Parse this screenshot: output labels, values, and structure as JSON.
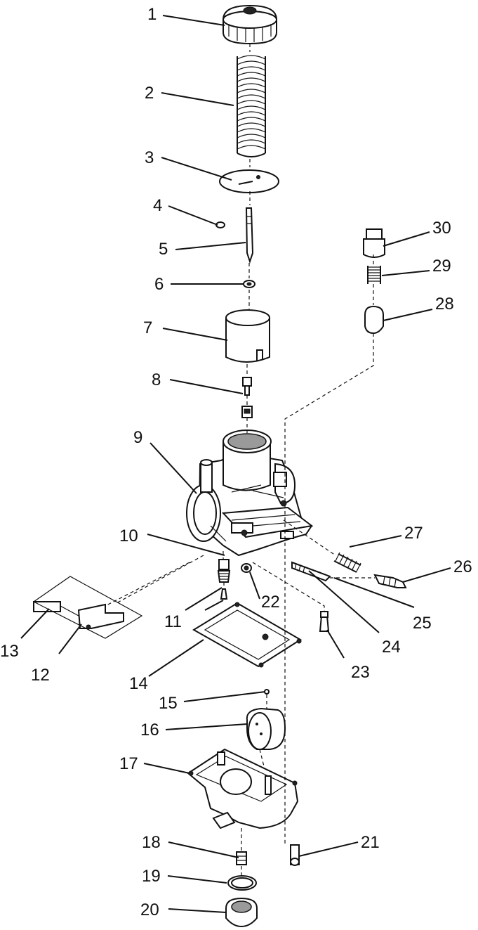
{
  "diagram": {
    "callouts": [
      {
        "id": "1"
      },
      {
        "id": "2"
      },
      {
        "id": "3"
      },
      {
        "id": "4"
      },
      {
        "id": "5"
      },
      {
        "id": "6"
      },
      {
        "id": "7"
      },
      {
        "id": "8"
      },
      {
        "id": "9"
      },
      {
        "id": "10"
      },
      {
        "id": "11"
      },
      {
        "id": "12"
      },
      {
        "id": "13"
      },
      {
        "id": "14"
      },
      {
        "id": "15"
      },
      {
        "id": "16"
      },
      {
        "id": "17"
      },
      {
        "id": "18"
      },
      {
        "id": "19"
      },
      {
        "id": "20"
      },
      {
        "id": "21"
      },
      {
        "id": "22"
      },
      {
        "id": "23"
      },
      {
        "id": "24"
      },
      {
        "id": "25"
      },
      {
        "id": "26"
      },
      {
        "id": "27"
      },
      {
        "id": "28"
      },
      {
        "id": "29"
      },
      {
        "id": "30"
      }
    ]
  }
}
